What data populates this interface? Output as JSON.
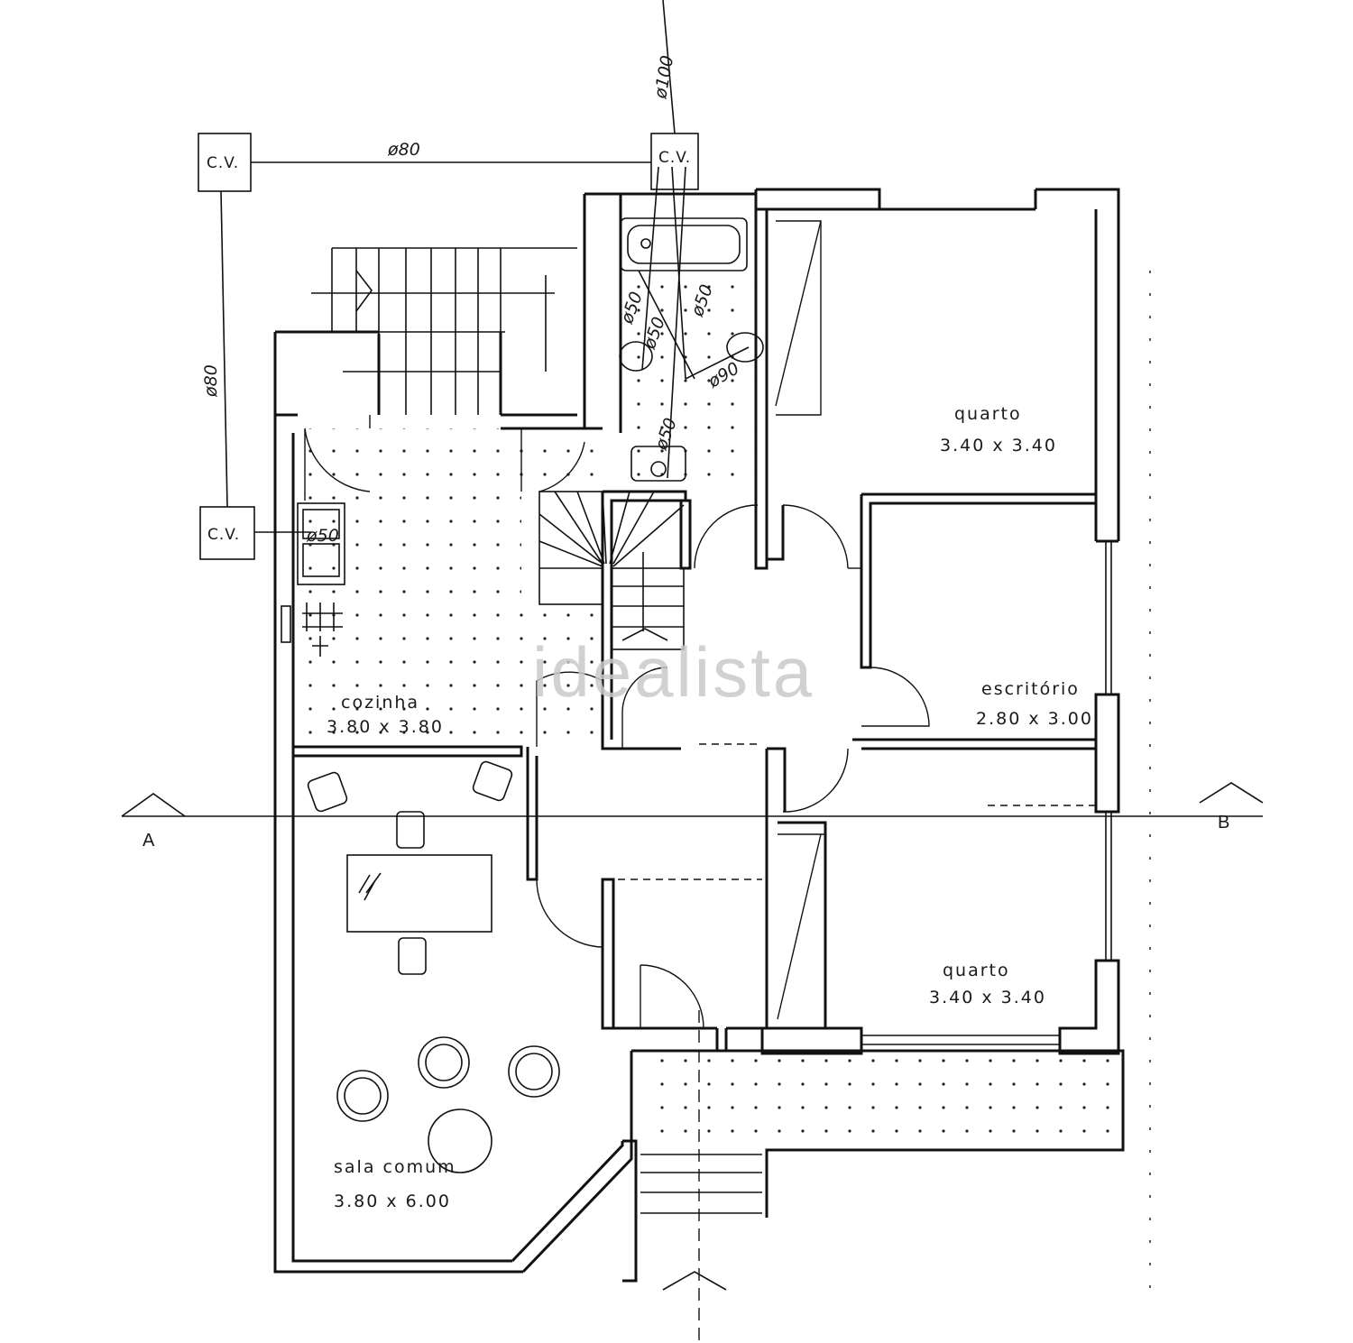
{
  "watermark": "idealista",
  "rooms": {
    "quarto_top": {
      "name": "quarto",
      "size": "3.40 x 3.40"
    },
    "escritorio": {
      "name": "escritório",
      "size": "2.80 x 3.00"
    },
    "quarto_bottom": {
      "name": "quarto",
      "size": "3.40 x 3.40"
    },
    "cozinha": {
      "name": "cozinha",
      "size": "3.80 x 3.80"
    },
    "sala_comum": {
      "name": "sala comum",
      "size": "3.80 x 6.00"
    }
  },
  "inspection_boxes": {
    "top_left": "C.V.",
    "top_right": "C.V.",
    "left": "C.V."
  },
  "pipes": {
    "horizontal": "ø80",
    "vertical_left": "ø80",
    "vertical_top": "ø100",
    "bath_1": "ø50",
    "bath_2": "ø50",
    "bath_3": "ø50",
    "bath_4": "ø90",
    "bath_5": "ø50",
    "kitchen": "ø50"
  },
  "section_markers": {
    "left": "A",
    "right": "B"
  }
}
